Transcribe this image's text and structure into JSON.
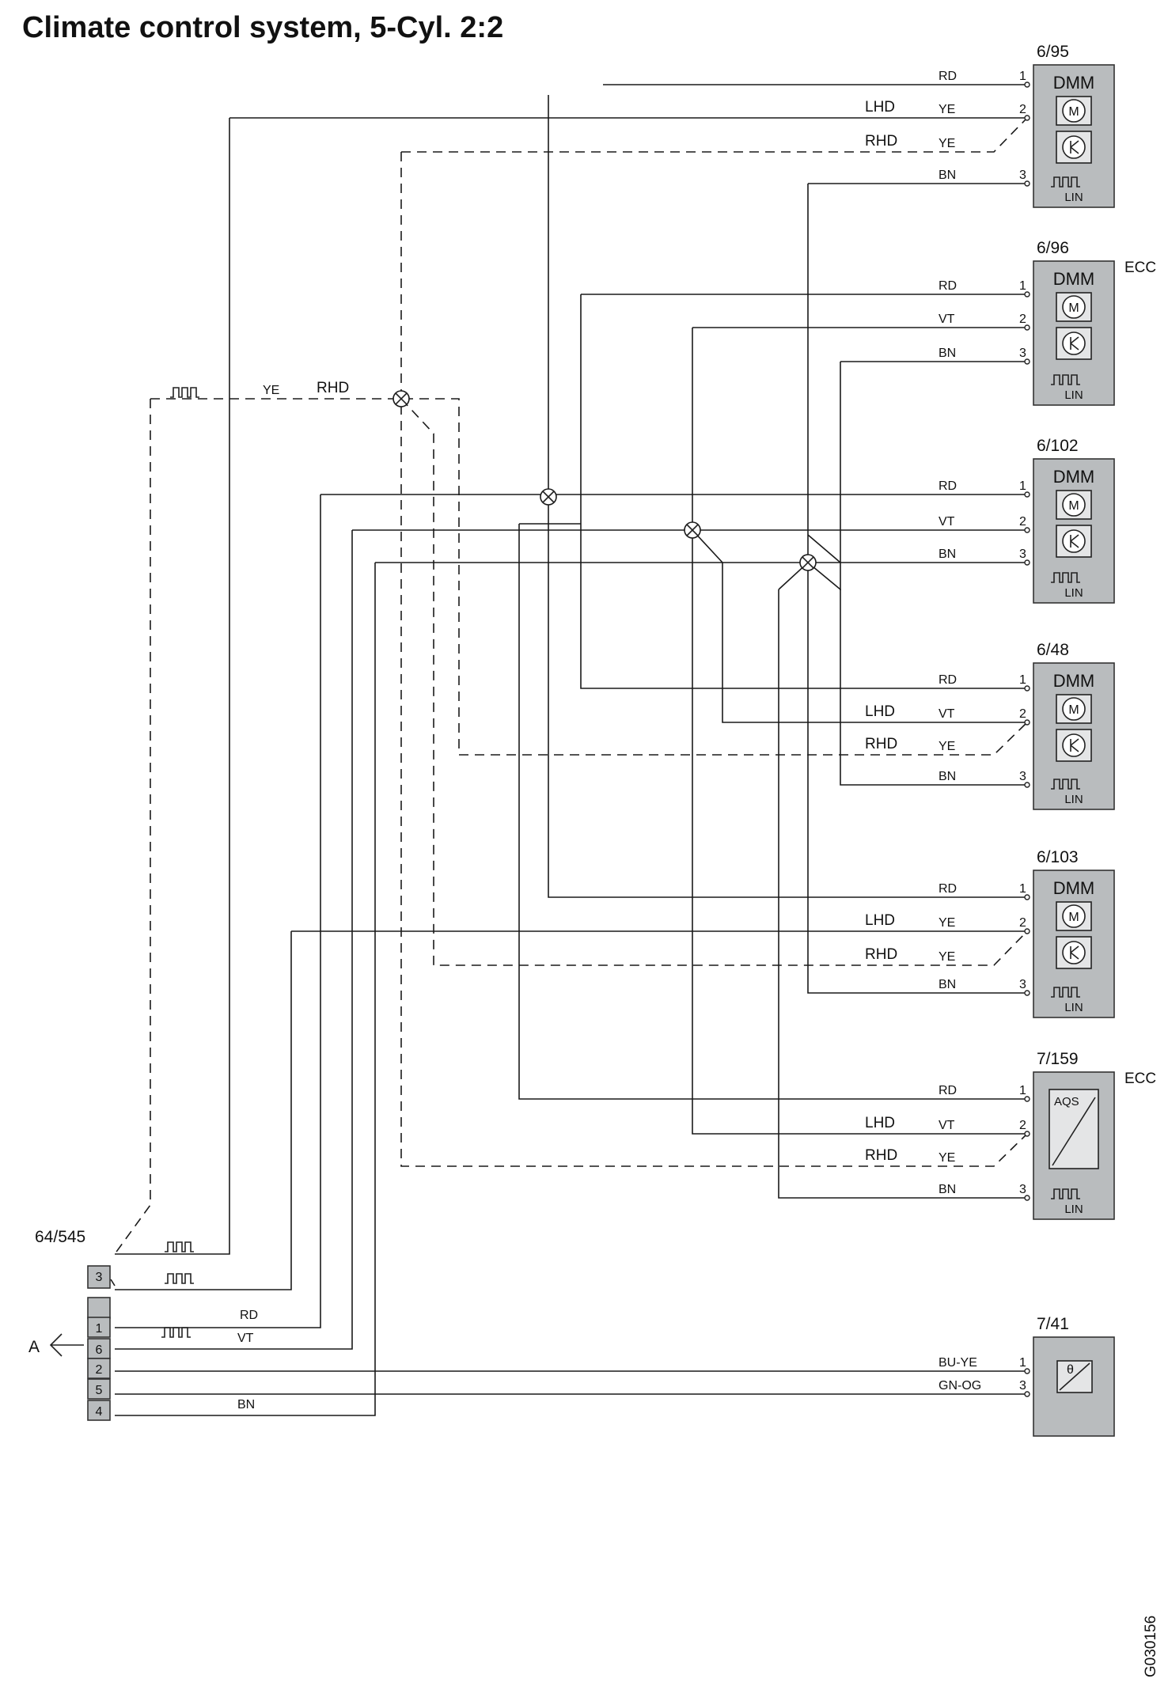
{
  "title": "Climate control system, 5-Cyl. 2:2",
  "figure_id": "G030156",
  "connector": {
    "id": "64/545",
    "pins": [
      "3",
      "",
      "1",
      "6",
      "2",
      "5",
      "4"
    ],
    "arrow_label": "A",
    "wire_labels": [
      "RD",
      "VT",
      "BN"
    ]
  },
  "top_harness": {
    "color": "YE",
    "side": "RHD"
  },
  "components": [
    {
      "id": "6/95",
      "type": "DMM",
      "tag": "",
      "bus": "LIN",
      "pins": [
        {
          "pin": "1",
          "color": "RD",
          "side": ""
        },
        {
          "pin": "2",
          "color": "YE",
          "side": "LHD"
        },
        {
          "pin": "",
          "color": "YE",
          "side": "RHD"
        },
        {
          "pin": "3",
          "color": "BN",
          "side": ""
        }
      ]
    },
    {
      "id": "6/96",
      "type": "DMM",
      "tag": "ECC",
      "bus": "LIN",
      "pins": [
        {
          "pin": "1",
          "color": "RD",
          "side": ""
        },
        {
          "pin": "2",
          "color": "VT",
          "side": ""
        },
        {
          "pin": "3",
          "color": "BN",
          "side": ""
        }
      ]
    },
    {
      "id": "6/102",
      "type": "DMM",
      "tag": "",
      "bus": "LIN",
      "pins": [
        {
          "pin": "1",
          "color": "RD",
          "side": ""
        },
        {
          "pin": "2",
          "color": "VT",
          "side": ""
        },
        {
          "pin": "3",
          "color": "BN",
          "side": ""
        }
      ]
    },
    {
      "id": "6/48",
      "type": "DMM",
      "tag": "",
      "bus": "LIN",
      "pins": [
        {
          "pin": "1",
          "color": "RD",
          "side": ""
        },
        {
          "pin": "2",
          "color": "VT",
          "side": "LHD"
        },
        {
          "pin": "",
          "color": "YE",
          "side": "RHD"
        },
        {
          "pin": "3",
          "color": "BN",
          "side": ""
        }
      ]
    },
    {
      "id": "6/103",
      "type": "DMM",
      "tag": "",
      "bus": "LIN",
      "pins": [
        {
          "pin": "1",
          "color": "RD",
          "side": ""
        },
        {
          "pin": "2",
          "color": "YE",
          "side": "LHD"
        },
        {
          "pin": "",
          "color": "YE",
          "side": "RHD"
        },
        {
          "pin": "3",
          "color": "BN",
          "side": ""
        }
      ]
    },
    {
      "id": "7/159",
      "type": "AQS",
      "tag": "ECC",
      "bus": "LIN",
      "pins": [
        {
          "pin": "1",
          "color": "RD",
          "side": ""
        },
        {
          "pin": "2",
          "color": "VT",
          "side": "LHD"
        },
        {
          "pin": "",
          "color": "YE",
          "side": "RHD"
        },
        {
          "pin": "3",
          "color": "BN",
          "side": ""
        }
      ]
    },
    {
      "id": "7/41",
      "type": "",
      "tag": "",
      "bus": "",
      "pins": [
        {
          "pin": "1",
          "color": "BU-YE",
          "side": ""
        },
        {
          "pin": "3",
          "color": "GN-OG",
          "side": ""
        }
      ]
    }
  ]
}
